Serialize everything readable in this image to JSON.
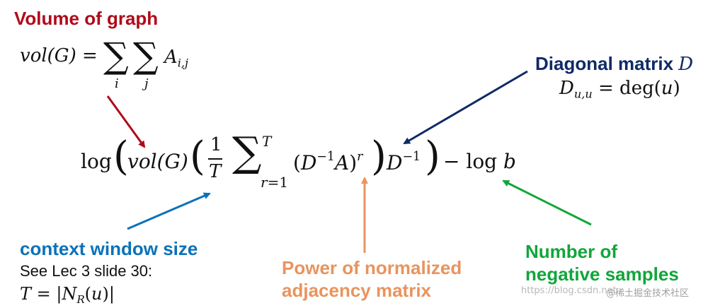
{
  "labels": {
    "volume_title": "Volume of graph",
    "diagonal_title": "Diagonal matrix",
    "diagonal_title_symbol": "D",
    "context_title": "context window size",
    "context_line2": "See Lec 3 slide 30:",
    "power_line1": "Power of normalized",
    "power_line2": "adjacency matrix",
    "neg_line1": "Number of",
    "neg_line2": "negative samples"
  },
  "watermark": {
    "url": "https://blog.csdn.net",
    "brand": "@稀土掘金技术社区"
  },
  "colors": {
    "volume": "#b00a1a",
    "diagonal": "#0f2a66",
    "context": "#0a72b8",
    "power": "#e8945e",
    "negative": "#11a63a"
  }
}
